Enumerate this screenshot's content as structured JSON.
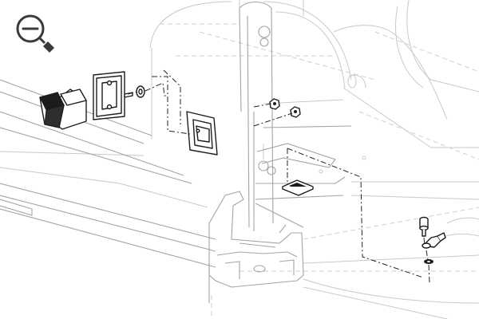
{
  "viewer": {
    "zoom_control": {
      "icon": "zoom-out-magnifier-icon",
      "symbol": "minus"
    },
    "drawing": {
      "kind": "exploded-assembly",
      "parts": [
        "rocker-switch",
        "switch-mounting-plate",
        "mounting-screw",
        "washer",
        "switch-opening",
        "hex-nut",
        "hex-nut",
        "square-cable-clip",
        "socket-cap-screw",
        "ring-terminal-lug",
        "lock-washer",
        "aluminum-extrusion-rail"
      ]
    },
    "colors": {
      "line": "#1c1c1c",
      "ghost_line": "#c9c9c9",
      "icon": "#3a3a3a"
    }
  }
}
